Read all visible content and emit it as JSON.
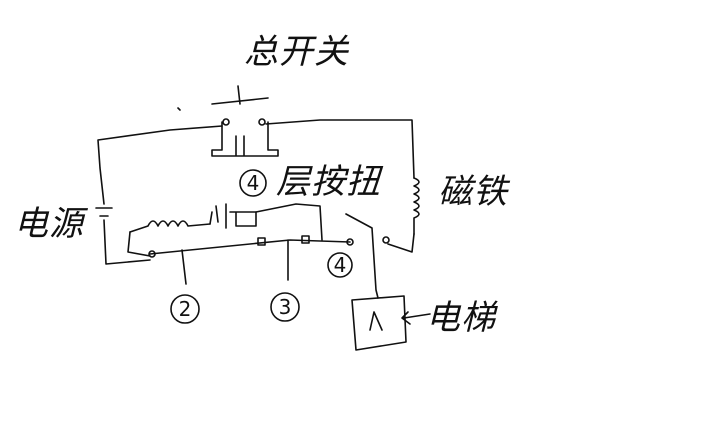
{
  "labels": {
    "main_switch": "总开关",
    "floor_button": "层按扭",
    "magnet": "磁铁",
    "power": "电源",
    "elevator": "电梯"
  },
  "markers": {
    "floor_button_num": "4",
    "floor2": "2",
    "floor3": "3",
    "floor4": "4"
  }
}
